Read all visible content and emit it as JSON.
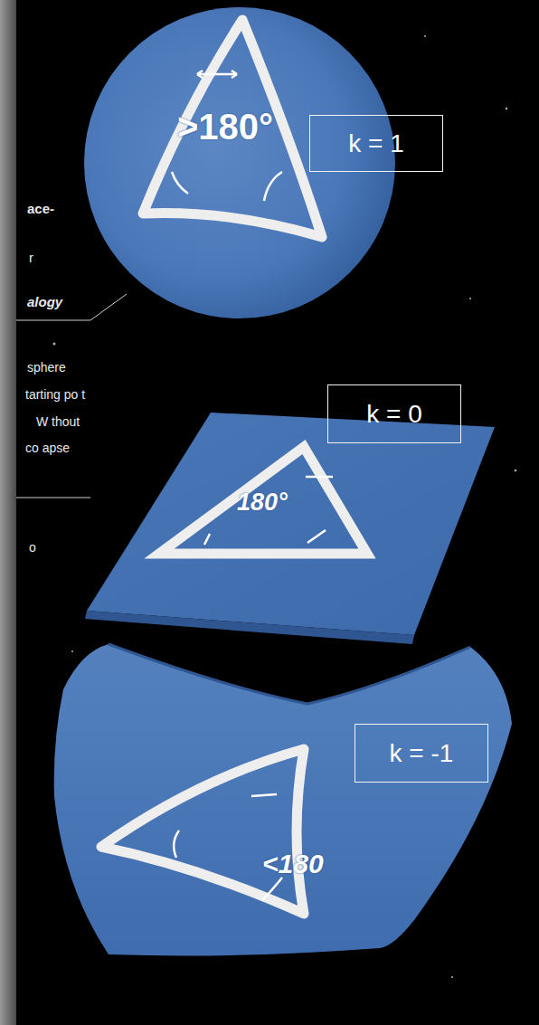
{
  "diagram": {
    "nodes": [
      {
        "text": [
          "k = 1"
        ]
      },
      {
        "text": [
          "k = 0"
        ]
      },
      {
        "text": [
          "k = -1"
        ]
      }
    ],
    "labels": [
      ">180°",
      "180°",
      "<180",
      "ace-",
      "r",
      "alogy",
      "sphere",
      "tarting po t",
      "W thout",
      "co apse",
      "o"
    ]
  }
}
